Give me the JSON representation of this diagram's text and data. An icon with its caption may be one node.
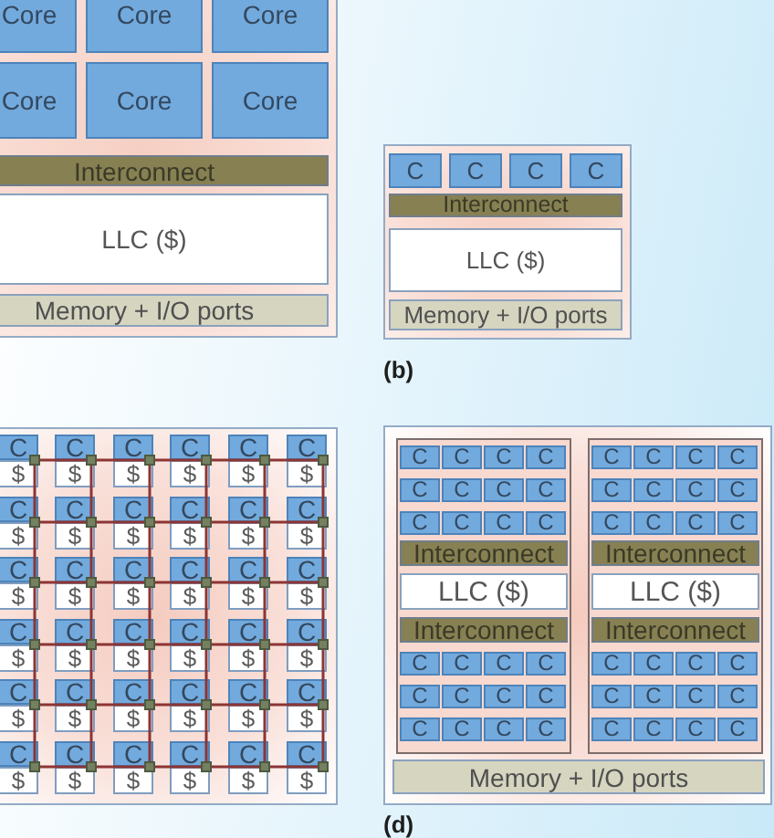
{
  "diagram": {
    "nodes": [
      {
        "text": [],
        "shape": "box"
      },
      {
        "text": [
          "Core"
        ],
        "in": 0
      },
      {
        "text": [
          "Core"
        ],
        "in": 0
      },
      {
        "text": [
          "Core"
        ],
        "in": 0
      },
      {
        "text": [
          "Core"
        ],
        "in": 0
      },
      {
        "text": [
          "Core"
        ],
        "in": 0
      },
      {
        "text": [
          "Core"
        ],
        "in": 0
      },
      {
        "text": [
          "Interconnect"
        ],
        "in": 0
      },
      {
        "text": [
          "LLC ($)"
        ],
        "in": 0
      },
      {
        "text": [
          "Memory + I/O ports"
        ],
        "in": 0
      },
      {
        "text": [],
        "shape": "box",
        "beside": [
          "(b)"
        ]
      },
      {
        "text": [
          "C"
        ],
        "in": 10
      },
      {
        "text": [
          "C"
        ],
        "in": 10
      },
      {
        "text": [
          "C"
        ],
        "in": 10
      },
      {
        "text": [
          "C"
        ],
        "in": 10
      },
      {
        "text": [
          "Interconnect"
        ],
        "in": 10
      },
      {
        "text": [
          "LLC ($)"
        ],
        "in": 10
      },
      {
        "text": [
          "Memory + I/O ports"
        ],
        "in": 10
      },
      {
        "text": [],
        "shape": "box"
      },
      {
        "text": [
          "C"
        ],
        "in": 18
      },
      {
        "text": [
          "$"
        ],
        "in": 18
      },
      {
        "text": [],
        "shape": "box",
        "in": 18
      },
      {
        "text": [
          "C"
        ],
        "in": 18
      },
      {
        "text": [
          "$"
        ],
        "in": 18
      },
      {
        "text": [],
        "shape": "box",
        "in": 18
      },
      {
        "text": [
          "C"
        ],
        "in": 18
      },
      {
        "text": [
          "$"
        ],
        "in": 18
      },
      {
        "text": [],
        "shape": "box",
        "in": 18
      },
      {
        "text": [
          "C"
        ],
        "in": 18
      },
      {
        "text": [
          "$"
        ],
        "in": 18
      },
      {
        "text": [],
        "shape": "box",
        "in": 18
      },
      {
        "text": [
          "C"
        ],
        "in": 18
      },
      {
        "text": [
          "$"
        ],
        "in": 18
      },
      {
        "text": [],
        "shape": "box",
        "in": 18
      },
      {
        "text": [
          "C"
        ],
        "in": 18
      },
      {
        "text": [
          "$"
        ],
        "in": 18
      },
      {
        "text": [],
        "shape": "box",
        "in": 18
      },
      {
        "text": [
          "C"
        ],
        "in": 18
      },
      {
        "text": [
          "$"
        ],
        "in": 18
      },
      {
        "text": [],
        "shape": "box",
        "in": 18
      },
      {
        "text": [
          "C"
        ],
        "in": 18
      },
      {
        "text": [
          "$"
        ],
        "in": 18
      },
      {
        "text": [],
        "shape": "box",
        "in": 18
      },
      {
        "text": [
          "C"
        ],
        "in": 18
      },
      {
        "text": [
          "$"
        ],
        "in": 18
      },
      {
        "text": [],
        "shape": "box",
        "in": 18
      },
      {
        "text": [
          "C"
        ],
        "in": 18
      },
      {
        "text": [
          "$"
        ],
        "in": 18
      },
      {
        "text": [],
        "shape": "box",
        "in": 18
      },
      {
        "text": [
          "C"
        ],
        "in": 18
      },
      {
        "text": [
          "$"
        ],
        "in": 18
      },
      {
        "text": [],
        "shape": "box",
        "in": 18
      },
      {
        "text": [
          "C"
        ],
        "in": 18
      },
      {
        "text": [
          "$"
        ],
        "in": 18
      },
      {
        "text": [],
        "shape": "box",
        "in": 18
      },
      {
        "text": [
          "C"
        ],
        "in": 18
      },
      {
        "text": [
          "$"
        ],
        "in": 18
      },
      {
        "text": [],
        "shape": "box",
        "in": 18
      },
      {
        "text": [
          "C"
        ],
        "in": 18
      },
      {
        "text": [
          "$"
        ],
        "in": 18
      },
      {
        "text": [],
        "shape": "box",
        "in": 18
      },
      {
        "text": [
          "C"
        ],
        "in": 18
      },
      {
        "text": [
          "$"
        ],
        "in": 18
      },
      {
        "text": [],
        "shape": "box",
        "in": 18
      },
      {
        "text": [
          "C"
        ],
        "in": 18
      },
      {
        "text": [
          "$"
        ],
        "in": 18
      },
      {
        "text": [],
        "shape": "box",
        "in": 18
      },
      {
        "text": [
          "C"
        ],
        "in": 18
      },
      {
        "text": [
          "$"
        ],
        "in": 18
      },
      {
        "text": [],
        "shape": "box",
        "in": 18
      },
      {
        "text": [
          "C"
        ],
        "in": 18
      },
      {
        "text": [
          "$"
        ],
        "in": 18
      },
      {
        "text": [],
        "shape": "box",
        "in": 18
      },
      {
        "text": [
          "C"
        ],
        "in": 18
      },
      {
        "text": [
          "$"
        ],
        "in": 18
      },
      {
        "text": [],
        "shape": "box",
        "in": 18
      },
      {
        "text": [
          "C"
        ],
        "in": 18
      },
      {
        "text": [
          "$"
        ],
        "in": 18
      },
      {
        "text": [],
        "shape": "box",
        "in": 18
      },
      {
        "text": [
          "C"
        ],
        "in": 18
      },
      {
        "text": [
          "$"
        ],
        "in": 18
      },
      {
        "text": [],
        "shape": "box",
        "in": 18
      },
      {
        "text": [
          "C"
        ],
        "in": 18
      },
      {
        "text": [
          "$"
        ],
        "in": 18
      },
      {
        "text": [],
        "shape": "box",
        "in": 18
      },
      {
        "text": [
          "C"
        ],
        "in": 18
      },
      {
        "text": [
          "$"
        ],
        "in": 18
      },
      {
        "text": [],
        "shape": "box",
        "in": 18
      },
      {
        "text": [
          "C"
        ],
        "in": 18
      },
      {
        "text": [
          "$"
        ],
        "in": 18
      },
      {
        "text": [],
        "shape": "box",
        "in": 18
      },
      {
        "text": [
          "C"
        ],
        "in": 18
      },
      {
        "text": [
          "$"
        ],
        "in": 18
      },
      {
        "text": [],
        "shape": "box",
        "in": 18
      },
      {
        "text": [
          "C"
        ],
        "in": 18
      },
      {
        "text": [
          "$"
        ],
        "in": 18
      },
      {
        "text": [],
        "shape": "box",
        "in": 18
      },
      {
        "text": [
          "C"
        ],
        "in": 18
      },
      {
        "text": [
          "$"
        ],
        "in": 18
      },
      {
        "text": [],
        "shape": "box",
        "in": 18
      },
      {
        "text": [
          "C"
        ],
        "in": 18
      },
      {
        "text": [
          "$"
        ],
        "in": 18
      },
      {
        "text": [],
        "shape": "box",
        "in": 18
      },
      {
        "text": [
          "C"
        ],
        "in": 18
      },
      {
        "text": [
          "$"
        ],
        "in": 18
      },
      {
        "text": [],
        "shape": "box",
        "in": 18
      },
      {
        "text": [
          "C"
        ],
        "in": 18
      },
      {
        "text": [
          "$"
        ],
        "in": 18
      },
      {
        "text": [],
        "shape": "box",
        "in": 18
      },
      {
        "text": [
          "C"
        ],
        "in": 18
      },
      {
        "text": [
          "$"
        ],
        "in": 18
      },
      {
        "text": [],
        "shape": "box",
        "in": 18
      },
      {
        "text": [
          "C"
        ],
        "in": 18
      },
      {
        "text": [
          "$"
        ],
        "in": 18
      },
      {
        "text": [],
        "shape": "box",
        "in": 18
      },
      {
        "text": [
          "C"
        ],
        "in": 18
      },
      {
        "text": [
          "$"
        ],
        "in": 18
      },
      {
        "text": [],
        "shape": "box",
        "in": 18
      },
      {
        "text": [
          "C"
        ],
        "in": 18
      },
      {
        "text": [
          "$"
        ],
        "in": 18
      },
      {
        "text": [],
        "shape": "box",
        "in": 18
      },
      {
        "text": [
          "C"
        ],
        "in": 18
      },
      {
        "text": [
          "$"
        ],
        "in": 18
      },
      {
        "text": [],
        "shape": "box",
        "in": 18
      },
      {
        "text": [
          "C"
        ],
        "in": 18
      },
      {
        "text": [
          "$"
        ],
        "in": 18
      },
      {
        "text": [],
        "shape": "box",
        "in": 18
      },
      {
        "text": [],
        "shape": "box",
        "beside": [
          "(d)"
        ]
      },
      {
        "text": [],
        "shape": "box",
        "in": 127
      },
      {
        "text": [
          "C"
        ],
        "in": 128
      },
      {
        "text": [
          "C"
        ],
        "in": 128
      },
      {
        "text": [
          "C"
        ],
        "in": 128
      },
      {
        "text": [
          "C"
        ],
        "in": 128
      },
      {
        "text": [
          "C"
        ],
        "in": 128
      },
      {
        "text": [
          "C"
        ],
        "in": 128
      },
      {
        "text": [
          "C"
        ],
        "in": 128
      },
      {
        "text": [
          "C"
        ],
        "in": 128
      },
      {
        "text": [
          "C"
        ],
        "in": 128
      },
      {
        "text": [
          "C"
        ],
        "in": 128
      },
      {
        "text": [
          "C"
        ],
        "in": 128
      },
      {
        "text": [
          "C"
        ],
        "in": 128
      },
      {
        "text": [
          "Interconnect"
        ],
        "in": 128
      },
      {
        "text": [
          "LLC ($)"
        ],
        "in": 128
      },
      {
        "text": [
          "Interconnect"
        ],
        "in": 128
      },
      {
        "text": [
          "C"
        ],
        "in": 128
      },
      {
        "text": [
          "C"
        ],
        "in": 128
      },
      {
        "text": [
          "C"
        ],
        "in": 128
      },
      {
        "text": [
          "C"
        ],
        "in": 128
      },
      {
        "text": [
          "C"
        ],
        "in": 128
      },
      {
        "text": [
          "C"
        ],
        "in": 128
      },
      {
        "text": [
          "C"
        ],
        "in": 128
      },
      {
        "text": [
          "C"
        ],
        "in": 128
      },
      {
        "text": [
          "C"
        ],
        "in": 128
      },
      {
        "text": [
          "C"
        ],
        "in": 128
      },
      {
        "text": [
          "C"
        ],
        "in": 128
      },
      {
        "text": [
          "C"
        ],
        "in": 128
      },
      {
        "text": [],
        "shape": "box",
        "in": 127
      },
      {
        "text": [
          "C"
        ],
        "in": 156
      },
      {
        "text": [
          "C"
        ],
        "in": 156
      },
      {
        "text": [
          "C"
        ],
        "in": 156
      },
      {
        "text": [
          "C"
        ],
        "in": 156
      },
      {
        "text": [
          "C"
        ],
        "in": 156
      },
      {
        "text": [
          "C"
        ],
        "in": 156
      },
      {
        "text": [
          "C"
        ],
        "in": 156
      },
      {
        "text": [
          "C"
        ],
        "in": 156
      },
      {
        "text": [
          "C"
        ],
        "in": 156
      },
      {
        "text": [
          "C"
        ],
        "in": 156
      },
      {
        "text": [
          "C"
        ],
        "in": 156
      },
      {
        "text": [
          "C"
        ],
        "in": 156
      },
      {
        "text": [
          "Interconnect"
        ],
        "in": 156
      },
      {
        "text": [
          "LLC ($)"
        ],
        "in": 156
      },
      {
        "text": [
          "Interconnect"
        ],
        "in": 156
      },
      {
        "text": [
          "C"
        ],
        "in": 156
      },
      {
        "text": [
          "C"
        ],
        "in": 156
      },
      {
        "text": [
          "C"
        ],
        "in": 156
      },
      {
        "text": [
          "C"
        ],
        "in": 156
      },
      {
        "text": [
          "C"
        ],
        "in": 156
      },
      {
        "text": [
          "C"
        ],
        "in": 156
      },
      {
        "text": [
          "C"
        ],
        "in": 156
      },
      {
        "text": [
          "C"
        ],
        "in": 156
      },
      {
        "text": [
          "C"
        ],
        "in": 156
      },
      {
        "text": [
          "C"
        ],
        "in": 156
      },
      {
        "text": [
          "C"
        ],
        "in": 156
      },
      {
        "text": [
          "C"
        ],
        "in": 156
      },
      {
        "text": [
          "Memory + I/O ports"
        ],
        "in": 127
      }
    ],
    "edges": [
      {
        "from": 21,
        "to": 24,
        "arrow": "none"
      },
      {
        "from": 24,
        "to": 27,
        "arrow": "none"
      },
      {
        "from": 27,
        "to": 30,
        "arrow": "none"
      },
      {
        "from": 30,
        "to": 33,
        "arrow": "none"
      },
      {
        "from": 33,
        "to": 36,
        "arrow": "none"
      },
      {
        "from": 39,
        "to": 42,
        "arrow": "none"
      },
      {
        "from": 42,
        "to": 45,
        "arrow": "none"
      },
      {
        "from": 45,
        "to": 48,
        "arrow": "none"
      },
      {
        "from": 48,
        "to": 51,
        "arrow": "none"
      },
      {
        "from": 51,
        "to": 54,
        "arrow": "none"
      },
      {
        "from": 57,
        "to": 60,
        "arrow": "none"
      },
      {
        "from": 60,
        "to": 63,
        "arrow": "none"
      },
      {
        "from": 63,
        "to": 66,
        "arrow": "none"
      },
      {
        "from": 66,
        "to": 69,
        "arrow": "none"
      },
      {
        "from": 69,
        "to": 72,
        "arrow": "none"
      },
      {
        "from": 75,
        "to": 78,
        "arrow": "none"
      },
      {
        "from": 78,
        "to": 81,
        "arrow": "none"
      },
      {
        "from": 81,
        "to": 84,
        "arrow": "none"
      },
      {
        "from": 84,
        "to": 87,
        "arrow": "none"
      },
      {
        "from": 87,
        "to": 90,
        "arrow": "none"
      },
      {
        "from": 93,
        "to": 96,
        "arrow": "none"
      },
      {
        "from": 96,
        "to": 99,
        "arrow": "none"
      },
      {
        "from": 99,
        "to": 102,
        "arrow": "none"
      },
      {
        "from": 102,
        "to": 105,
        "arrow": "none"
      },
      {
        "from": 105,
        "to": 108,
        "arrow": "none"
      },
      {
        "from": 111,
        "to": 114,
        "arrow": "none"
      },
      {
        "from": 114,
        "to": 117,
        "arrow": "none"
      },
      {
        "from": 117,
        "to": 120,
        "arrow": "none"
      },
      {
        "from": 120,
        "to": 123,
        "arrow": "none"
      },
      {
        "from": 123,
        "to": 126,
        "arrow": "none"
      },
      {
        "from": 21,
        "to": 39,
        "arrow": "none"
      },
      {
        "from": 24,
        "to": 42,
        "arrow": "none"
      },
      {
        "from": 27,
        "to": 45,
        "arrow": "none"
      },
      {
        "from": 30,
        "to": 48,
        "arrow": "none"
      },
      {
        "from": 33,
        "to": 51,
        "arrow": "none"
      },
      {
        "from": 36,
        "to": 54,
        "arrow": "none"
      },
      {
        "from": 39,
        "to": 57,
        "arrow": "none"
      },
      {
        "from": 42,
        "to": 60,
        "arrow": "none"
      },
      {
        "from": 45,
        "to": 63,
        "arrow": "none"
      },
      {
        "from": 48,
        "to": 66,
        "arrow": "none"
      },
      {
        "from": 51,
        "to": 69,
        "arrow": "none"
      },
      {
        "from": 54,
        "to": 72,
        "arrow": "none"
      },
      {
        "from": 57,
        "to": 75,
        "arrow": "none"
      },
      {
        "from": 60,
        "to": 78,
        "arrow": "none"
      },
      {
        "from": 63,
        "to": 81,
        "arrow": "none"
      },
      {
        "from": 66,
        "to": 84,
        "arrow": "none"
      },
      {
        "from": 69,
        "to": 87,
        "arrow": "none"
      },
      {
        "from": 72,
        "to": 90,
        "arrow": "none"
      },
      {
        "from": 75,
        "to": 93,
        "arrow": "none"
      },
      {
        "from": 78,
        "to": 96,
        "arrow": "none"
      },
      {
        "from": 81,
        "to": 99,
        "arrow": "none"
      },
      {
        "from": 84,
        "to": 102,
        "arrow": "none"
      },
      {
        "from": 87,
        "to": 105,
        "arrow": "none"
      },
      {
        "from": 90,
        "to": 108,
        "arrow": "none"
      },
      {
        "from": 93,
        "to": 111,
        "arrow": "none"
      },
      {
        "from": 96,
        "to": 114,
        "arrow": "none"
      },
      {
        "from": 99,
        "to": 117,
        "arrow": "none"
      },
      {
        "from": 102,
        "to": 120,
        "arrow": "none"
      },
      {
        "from": 105,
        "to": 123,
        "arrow": "none"
      },
      {
        "from": 108,
        "to": 126,
        "arrow": "none"
      }
    ]
  }
}
